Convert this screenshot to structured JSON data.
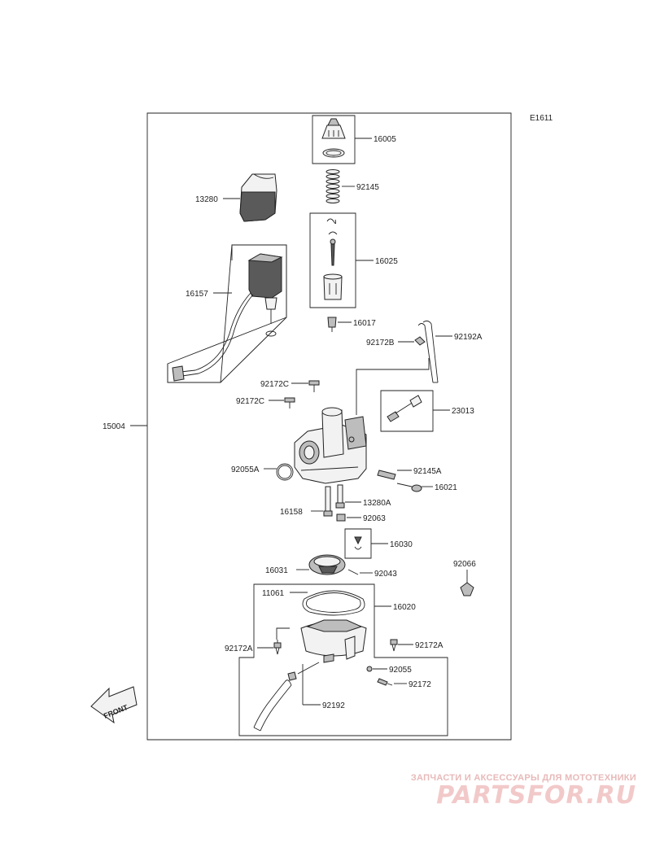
{
  "code": "E1611",
  "assembly_label": "15004",
  "front_label": "FRONT",
  "parts": {
    "p16005": "16005",
    "p92145": "92145",
    "p13280": "13280",
    "p16025": "16025",
    "p16157": "16157",
    "p16017": "16017",
    "p92172B": "92172B",
    "p92192A": "92192A",
    "p92172C_1": "92172C",
    "p92172C_2": "92172C",
    "p23013": "23013",
    "p92055A": "92055A",
    "p92145A": "92145A",
    "p16021": "16021",
    "p13280A": "13280A",
    "p16158": "16158",
    "p92063": "92063",
    "p16030": "16030",
    "p16031": "16031",
    "p92043": "92043",
    "p92066": "92066",
    "p11061": "11061",
    "p16020": "16020",
    "p92172A_1": "92172A",
    "p92172A_2": "92172A",
    "p92055": "92055",
    "p92172": "92172",
    "p92192": "92192"
  },
  "watermark": {
    "tagline": "ЗАПЧАСТИ И АКСЕССУАРЫ ДЛЯ МОТОТЕХНИКИ",
    "brand": "PARTSFOR.RU"
  }
}
